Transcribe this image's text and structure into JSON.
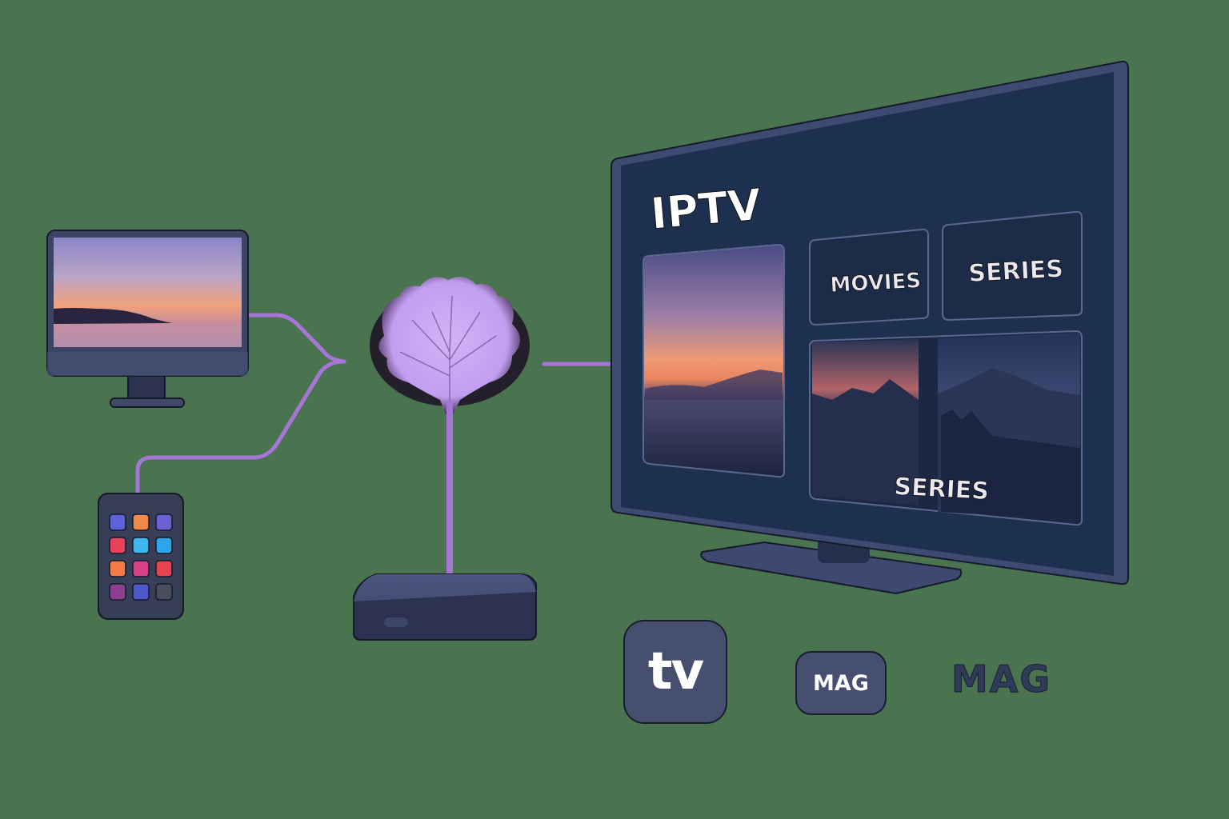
{
  "scene": {
    "background_color": "#4a7350",
    "cable_color": "#a576d6",
    "device_color": "#3f4866",
    "device_dark": "#2a3150"
  },
  "tv": {
    "title": "IPTV",
    "tiles": [
      {
        "label": "MOVIES"
      },
      {
        "label": "SERIES"
      },
      {
        "label": "SERIES"
      }
    ],
    "screen_color": "#1e3050",
    "frame_color": "#3d4b72"
  },
  "hub": {
    "icon": "tree-network-hub-icon",
    "color": "#c9a6f0"
  },
  "devices": [
    {
      "name": "desktop-monitor",
      "screen": "sunset-lake"
    },
    {
      "name": "keypad-controller",
      "keys": 12
    },
    {
      "name": "set-top-box"
    }
  ],
  "keypad": {
    "key_colors": [
      "#5b63d6",
      "#f08a4b",
      "#6c5fd0",
      "#e8415c",
      "#3fb8ef",
      "#2fa4e8",
      "#f37a45",
      "#d94289",
      "#e8424f",
      "#8c3f8e",
      "#4e5acb",
      "#4a4c5c"
    ]
  },
  "logos": [
    {
      "text": "tv",
      "style": "rounded-square"
    },
    {
      "text": "MAG",
      "style": "rounded-badge"
    },
    {
      "text": "MAG",
      "style": "plain-text"
    }
  ]
}
